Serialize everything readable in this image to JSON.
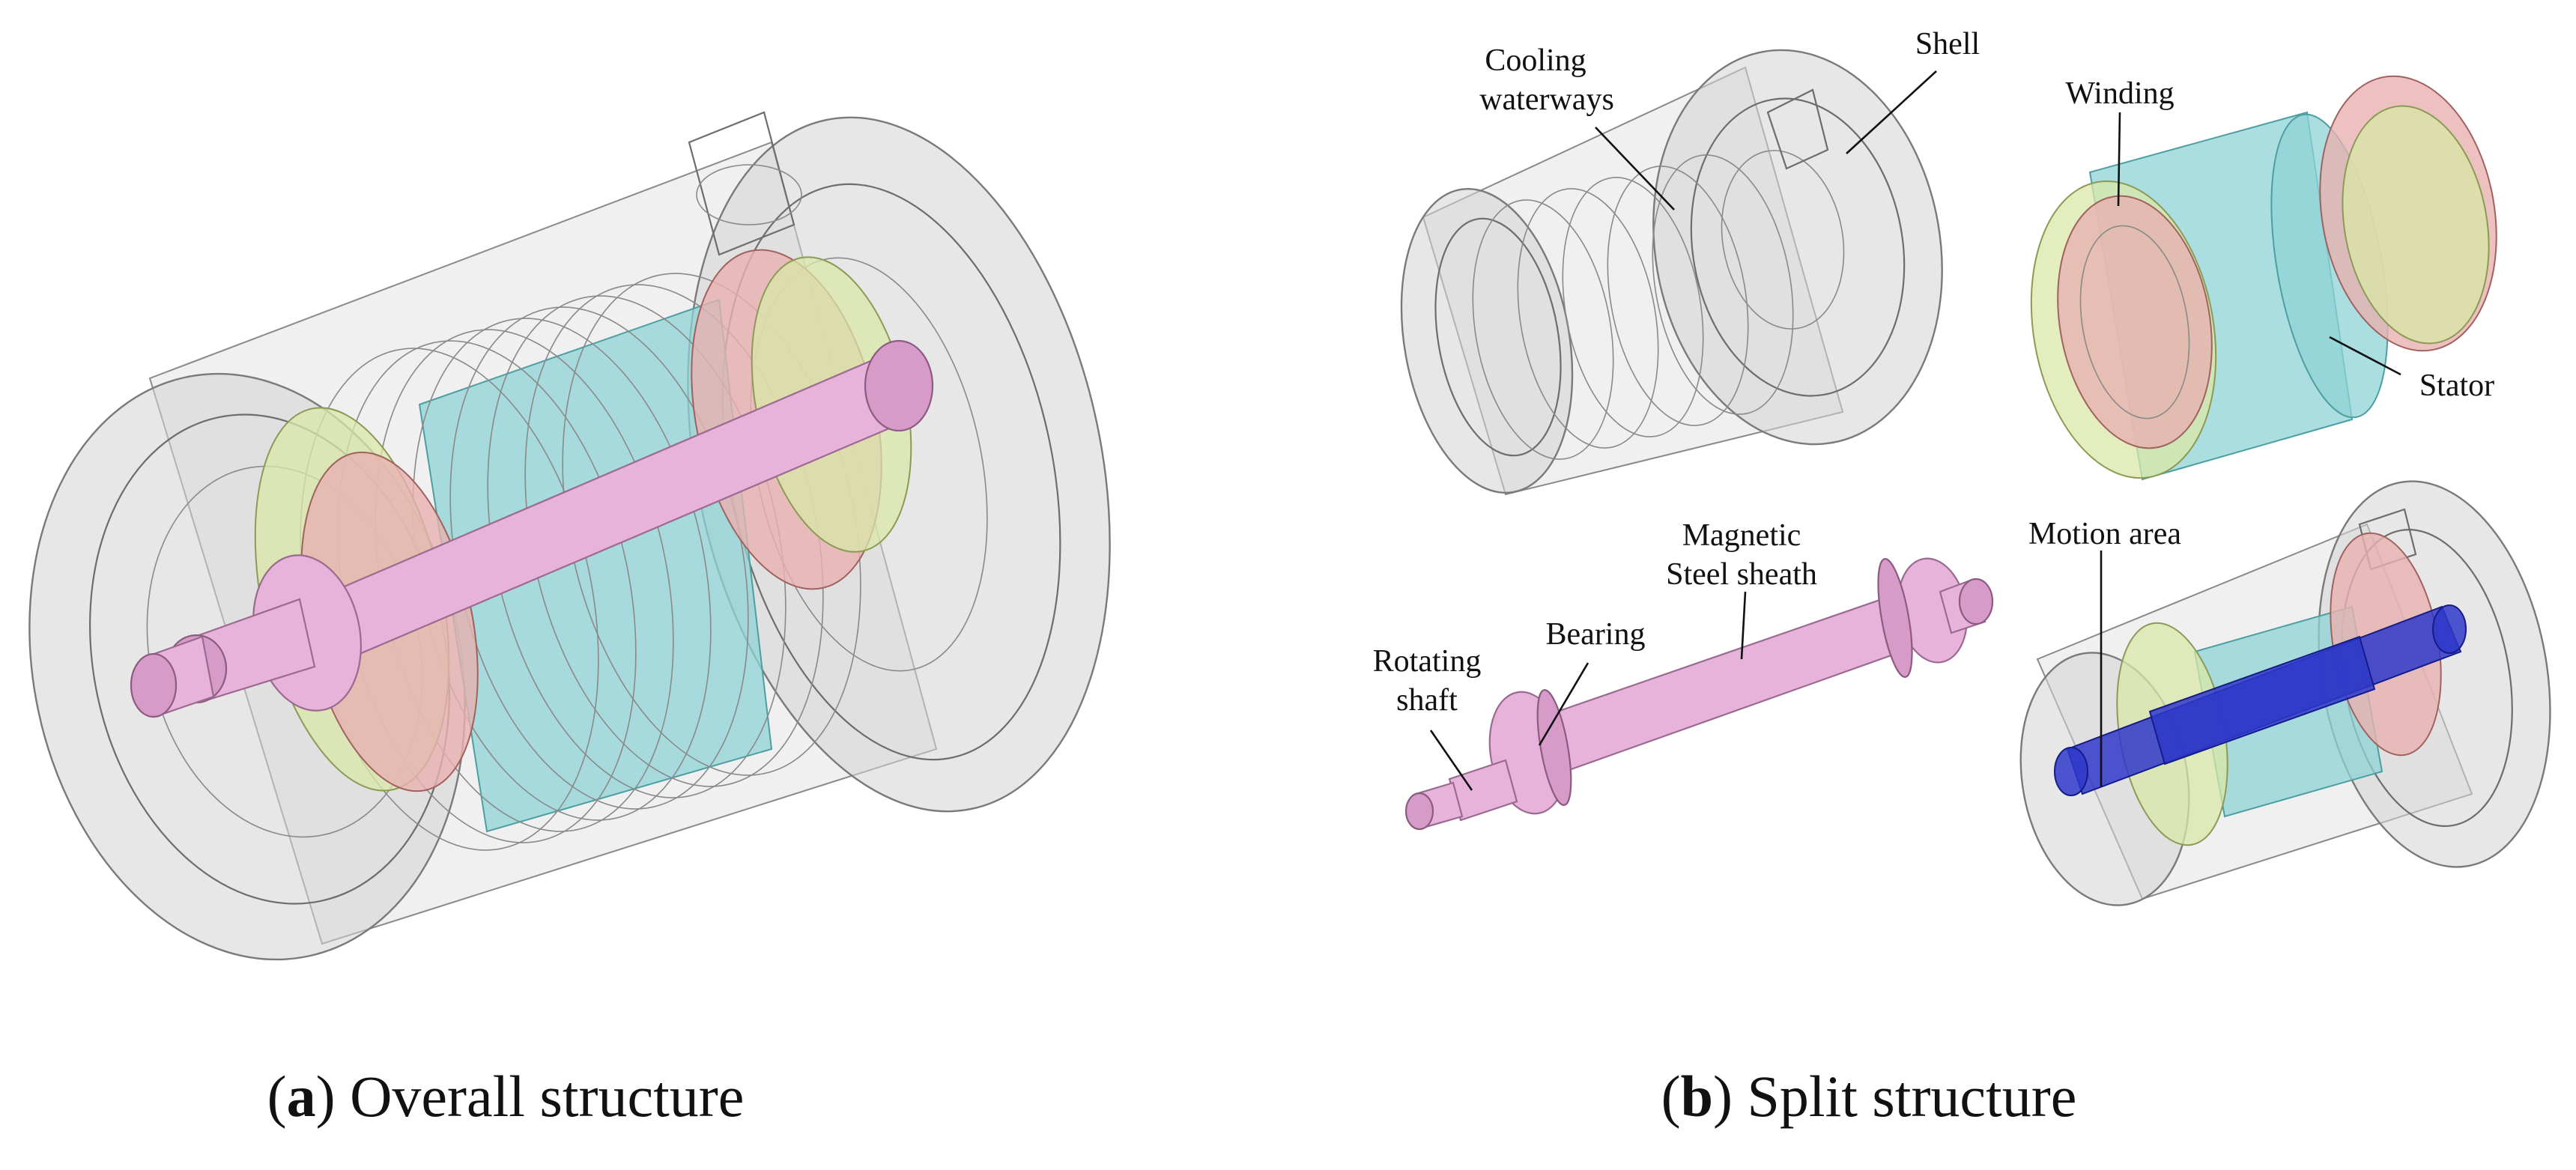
{
  "captions": {
    "a": {
      "letter": "a",
      "text": " Overall structure"
    },
    "b": {
      "letter": "b",
      "text": " Split structure"
    }
  },
  "labels": {
    "cooling_1": "Cooling",
    "cooling_2": "waterways",
    "shell": "Shell",
    "winding": "Winding",
    "stator": "Stator",
    "magnetic_1": "Magnetic",
    "magnetic_2": "Steel sheath",
    "bearing": "Bearing",
    "rotating_1": "Rotating",
    "rotating_2": "shaft",
    "motion_area": "Motion area"
  },
  "colors": {
    "shell_gray": "#d4d4d4",
    "shaft_pink": "#e7b3da",
    "stator_teal": "#8fd3d6",
    "winding_green": "#d9e7a7",
    "winding_red": "#e7b1b0",
    "motion_blue": "#2f38c9"
  }
}
